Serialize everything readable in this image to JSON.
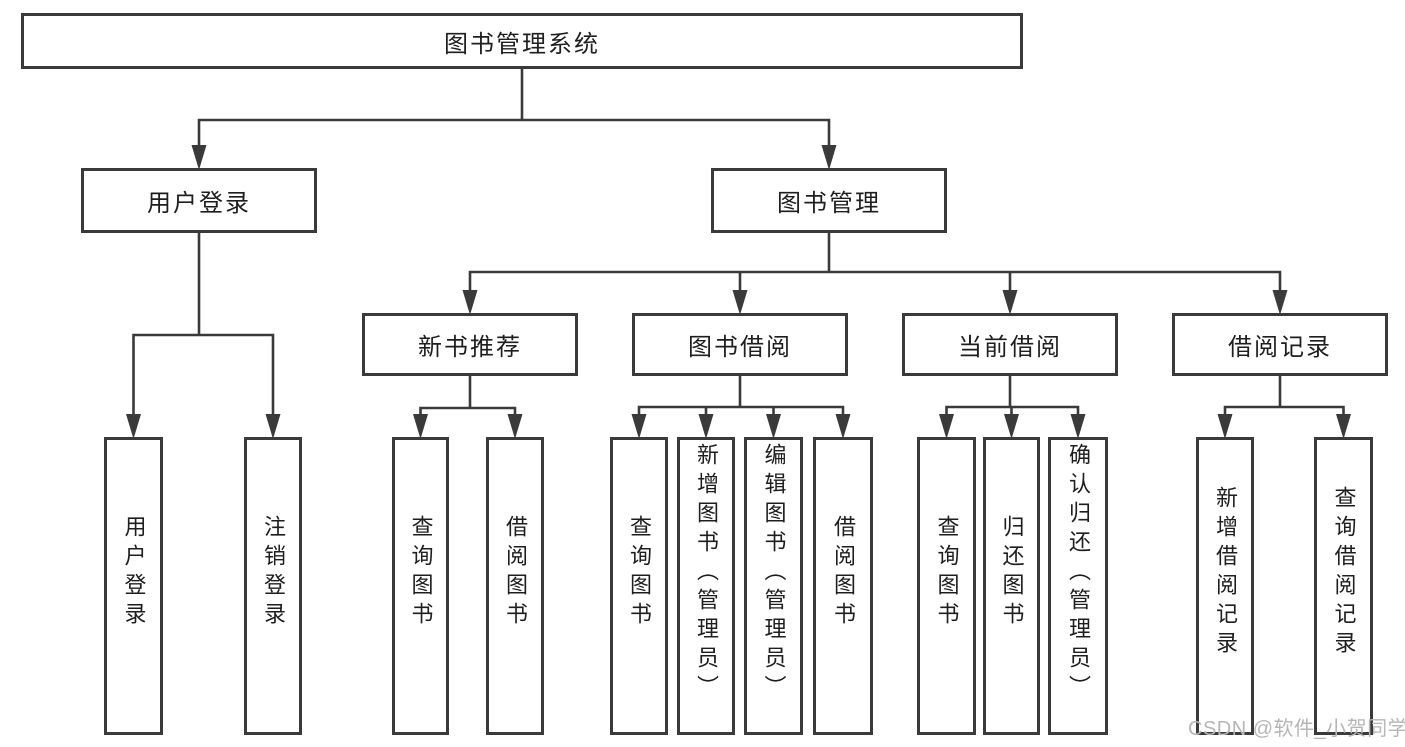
{
  "diagram": {
    "title": "图书管理系统",
    "tree": {
      "id": "root",
      "label": "图书管理系统",
      "children": [
        {
          "id": "user-login",
          "label": "用户登录",
          "children": [
            {
              "id": "login",
              "label": "用户登录"
            },
            {
              "id": "logout",
              "label": "注销登录"
            }
          ]
        },
        {
          "id": "book-mgmt",
          "label": "图书管理",
          "children": [
            {
              "id": "new-book-rec",
              "label": "新书推荐",
              "children": [
                {
                  "id": "nbr-query",
                  "label": "查询图书"
                },
                {
                  "id": "nbr-borrow",
                  "label": "借阅图书"
                }
              ]
            },
            {
              "id": "book-borrow",
              "label": "图书借阅",
              "children": [
                {
                  "id": "bb-query",
                  "label": "查询图书"
                },
                {
                  "id": "bb-add",
                  "label": "新增图书（管理员）"
                },
                {
                  "id": "bb-edit",
                  "label": "编辑图书（管理员）"
                },
                {
                  "id": "bb-borrow",
                  "label": "借阅图书"
                }
              ]
            },
            {
              "id": "current-borrow",
              "label": "当前借阅",
              "children": [
                {
                  "id": "cb-query",
                  "label": "查询图书"
                },
                {
                  "id": "cb-return",
                  "label": "归还图书"
                },
                {
                  "id": "cb-confirm",
                  "label": "确认归还（管理员）"
                }
              ]
            },
            {
              "id": "borrow-records",
              "label": "借阅记录",
              "children": [
                {
                  "id": "br-add",
                  "label": "新增借阅记录"
                },
                {
                  "id": "br-query",
                  "label": "查询借阅记录"
                }
              ]
            }
          ]
        }
      ]
    }
  },
  "watermark": {
    "text": "CSDN @软件_小贺同学"
  },
  "colors": {
    "line": "#3a3a3a",
    "box_border": "#3a3a3a",
    "text": "#1e1e1e",
    "watermark": "#b6b6b6",
    "background": "#ffffff"
  }
}
